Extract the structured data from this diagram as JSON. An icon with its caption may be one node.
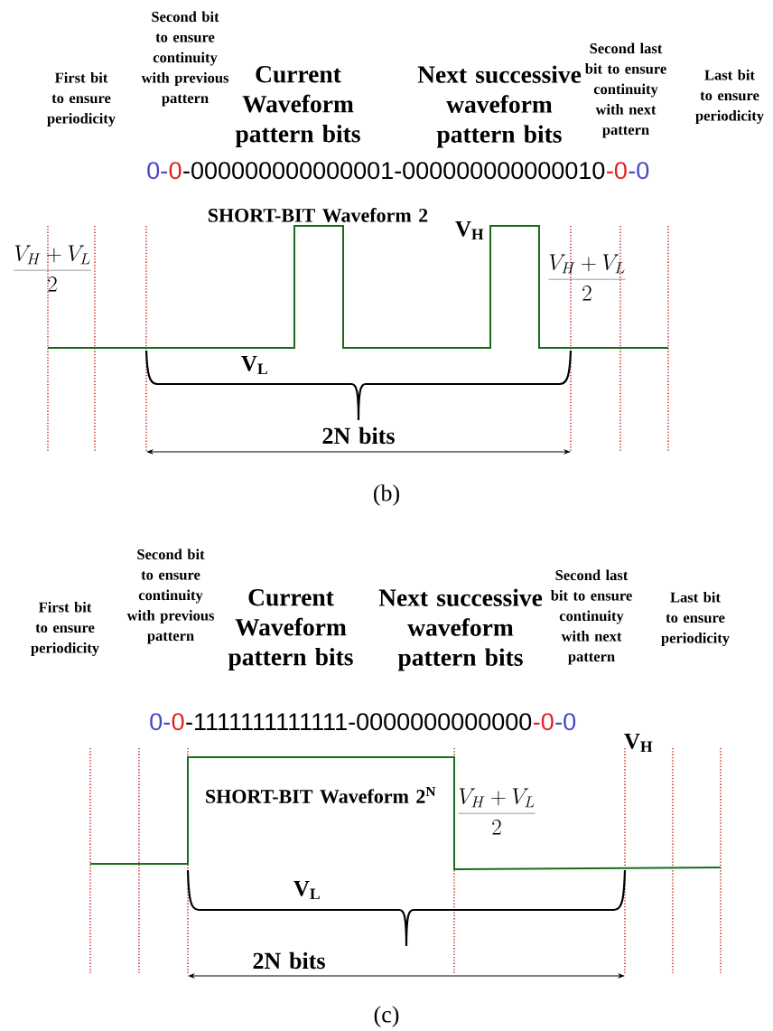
{
  "diagram": {
    "labels": [
      "First bit to ensure periodicity",
      "Second bit to ensure continuity with previous pattern",
      "Current Waveform pattern bits",
      "Next successive waveform pattern bits",
      "Second last bit to ensure continuity with next pattern",
      "Last bit to ensure periodicity",
      "0-",
      "0",
      "-000000000000001-000000000000010",
      "-0",
      "-0",
      "SHORT-BIT Waveform 2",
      "V$_{H}$",
      "\\frac{V_H+V_L}{2}",
      "\\frac{V_H+V_L}{2}",
      "V$_{L}$",
      "2N bits",
      "(b)",
      "First bit to ensure periodicity",
      "Second bit to ensure continuity with previous pattern",
      "Current Waveform pattern bits",
      "Next successive waveform pattern bits",
      "Second last bit to ensure continuity with next pattern",
      "Last bit to ensure periodicity",
      "0-",
      "0",
      "-1111111111111-0000000000000",
      "-0",
      "-0",
      "SHORT-BIT Waveform 2$^{N}$",
      "\\frac{V_H+V_L}{2}",
      "V$_{H}$",
      "V$_{L}$",
      "2N bits",
      "(c)"
    ]
  }
}
